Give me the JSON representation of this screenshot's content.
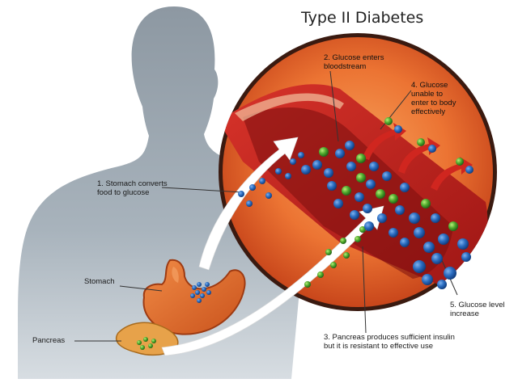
{
  "title": "Type II Diabetes",
  "labels": {
    "step1": "1. Stomach converts\nfood to glucose",
    "step2": "2. Glucose enters\nbloodstream",
    "step3": "3. Pancreas produces sufficient insulin\nbut it is resistant to effective use",
    "step4": "4. Glucose\nunable to\nenter to body\neffectively",
    "step5": "5. Glucose level\nincrease",
    "stomach": "Stomach",
    "pancreas": "Pancreas"
  },
  "colors": {
    "silhouette": "#9fa9b2",
    "lens_orange": "#e9662a",
    "vessel_red": "#b91f1c",
    "glucose_blue": "#1e5aa8",
    "insulin_green": "#3f9a2e",
    "stomach_orange": "#e5722d"
  }
}
